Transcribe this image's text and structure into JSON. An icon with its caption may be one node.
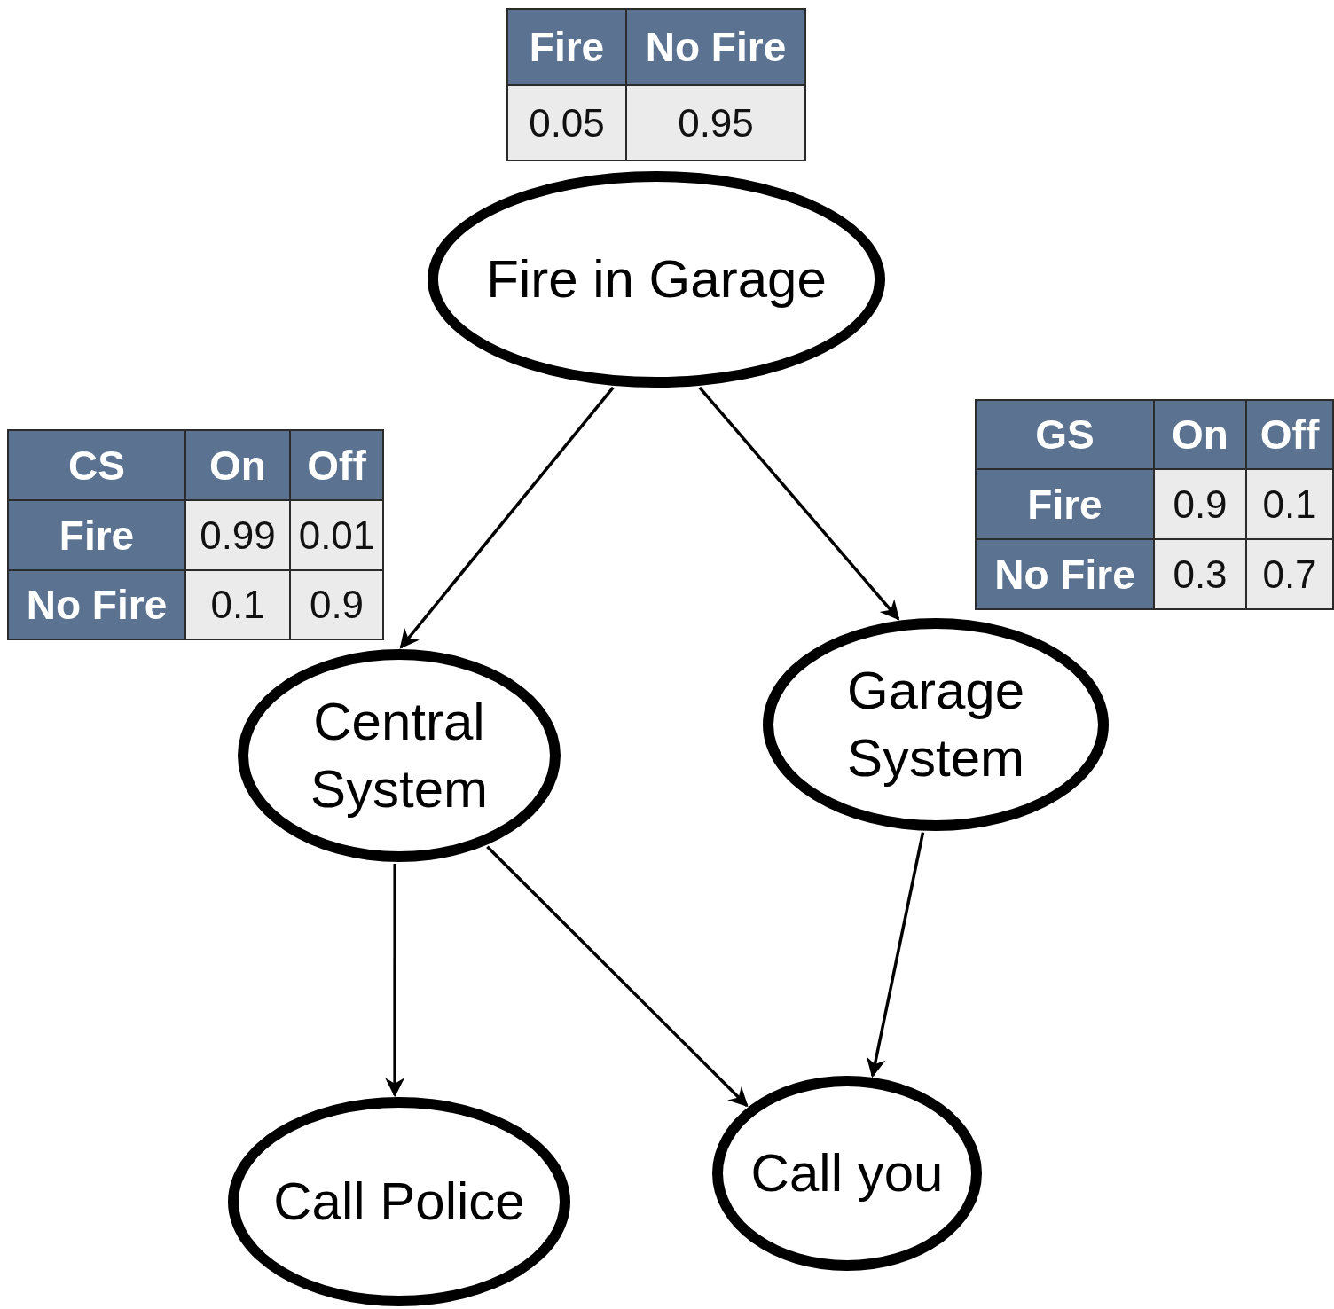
{
  "diagram": {
    "nodes": [
      {
        "text": [
          "Fire in Garage"
        ]
      },
      {
        "text": [
          "Central System"
        ]
      },
      {
        "text": [
          "Garage System"
        ]
      },
      {
        "text": [
          "Call Police"
        ]
      },
      {
        "text": [
          "Call you"
        ]
      }
    ],
    "edges": [
      {
        "from": 0,
        "to": 1,
        "arrow": "to"
      },
      {
        "from": 0,
        "to": 2,
        "arrow": "to"
      },
      {
        "from": 1,
        "to": 3,
        "arrow": "to"
      },
      {
        "from": 1,
        "to": 4,
        "arrow": "to"
      },
      {
        "from": 2,
        "to": 4,
        "arrow": "to"
      }
    ],
    "labels": [
      "Fire",
      "No Fire",
      "0.05",
      "0.95",
      "CS",
      "On",
      "Off",
      "Fire",
      "0.99",
      "0.01",
      "No Fire",
      "0.1",
      "0.9",
      "GS",
      "On",
      "Off",
      "Fire",
      "0.9",
      "0.1",
      "No Fire",
      "0.3",
      "0.7"
    ]
  }
}
